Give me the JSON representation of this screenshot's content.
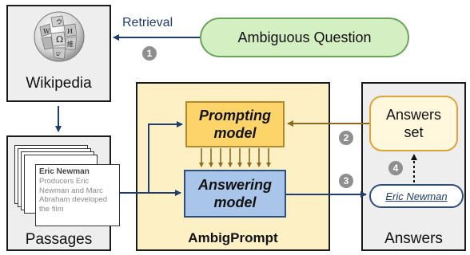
{
  "wiki": {
    "label": "Wikipedia"
  },
  "question": {
    "label": "Ambiguous Question"
  },
  "retrieval": {
    "label": "Retrieval",
    "step": "1"
  },
  "passages": {
    "label": "Passages",
    "doc_title": "Eric Newman",
    "doc_text_1": "Producers Eric",
    "doc_text_2": "Newman and Marc",
    "doc_text_3": "Abraham developed",
    "doc_text_4": "the film"
  },
  "ambigprompt": {
    "label": "AmbigPrompt",
    "prompting_model_line1": "Prompting",
    "prompting_model_line2": "model",
    "answering_model_line1": "Answering",
    "answering_model_line2": "model"
  },
  "answers": {
    "label": "Answers",
    "set_line1": "Answers",
    "set_line2": "set",
    "answer_item": "Eric Newman"
  },
  "steps": {
    "s2": "2",
    "s3": "3",
    "s4": "4"
  },
  "colors": {
    "panel_gray": "#eeeeee",
    "ambig_bg": "#fdf0c4",
    "prompt_fill": "#fdd46a",
    "answer_fill": "#a9c6ea",
    "question_fill": "#d4efc2",
    "question_border": "#6aa35a",
    "answers_set_border": "#dca53a",
    "navy": "#1f3c6e",
    "brown": "#8a6a1e",
    "step_gray": "#8f8f8f"
  }
}
